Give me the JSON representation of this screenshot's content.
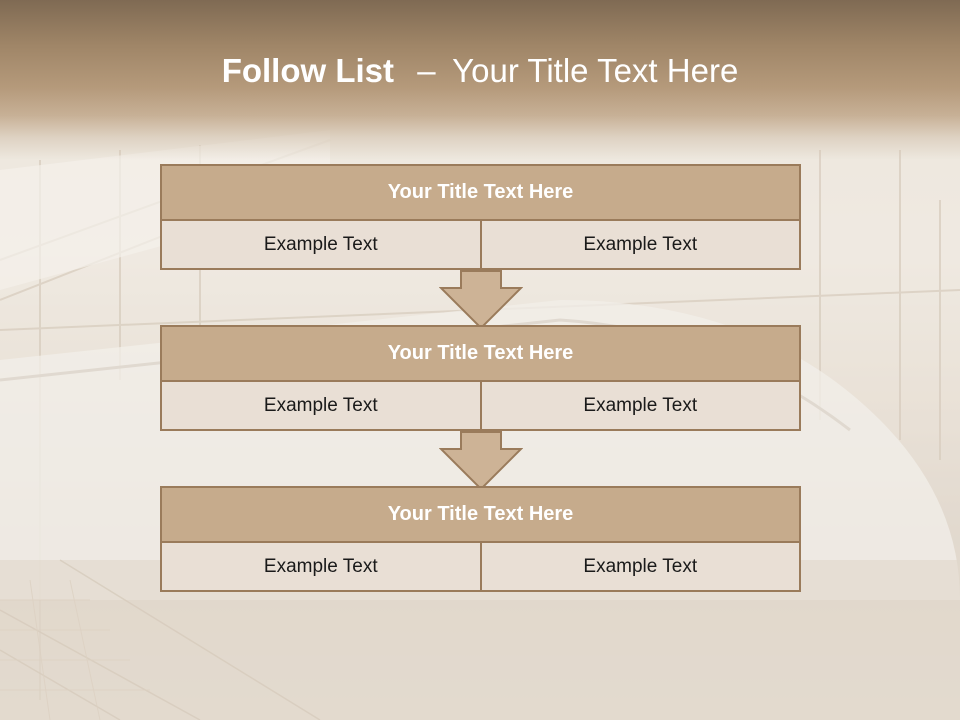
{
  "title": {
    "bold": "Follow List",
    "dash": "–",
    "rest": "Your Title Text Here"
  },
  "blocks": [
    {
      "heading": "Your Title Text Here",
      "left": "Example Text",
      "right": "Example Text"
    },
    {
      "heading": "Your Title Text Here",
      "left": "Example Text",
      "right": "Example Text"
    },
    {
      "heading": "Your Title Text Here",
      "left": "Example Text",
      "right": "Example Text"
    }
  ],
  "colors": {
    "header_top": "#7f6a53",
    "box_fill": "#c6ab8c",
    "box_border": "#9a7b5b",
    "cell_fill": "#e9dfd5",
    "arrow_fill": "#cdb396"
  }
}
